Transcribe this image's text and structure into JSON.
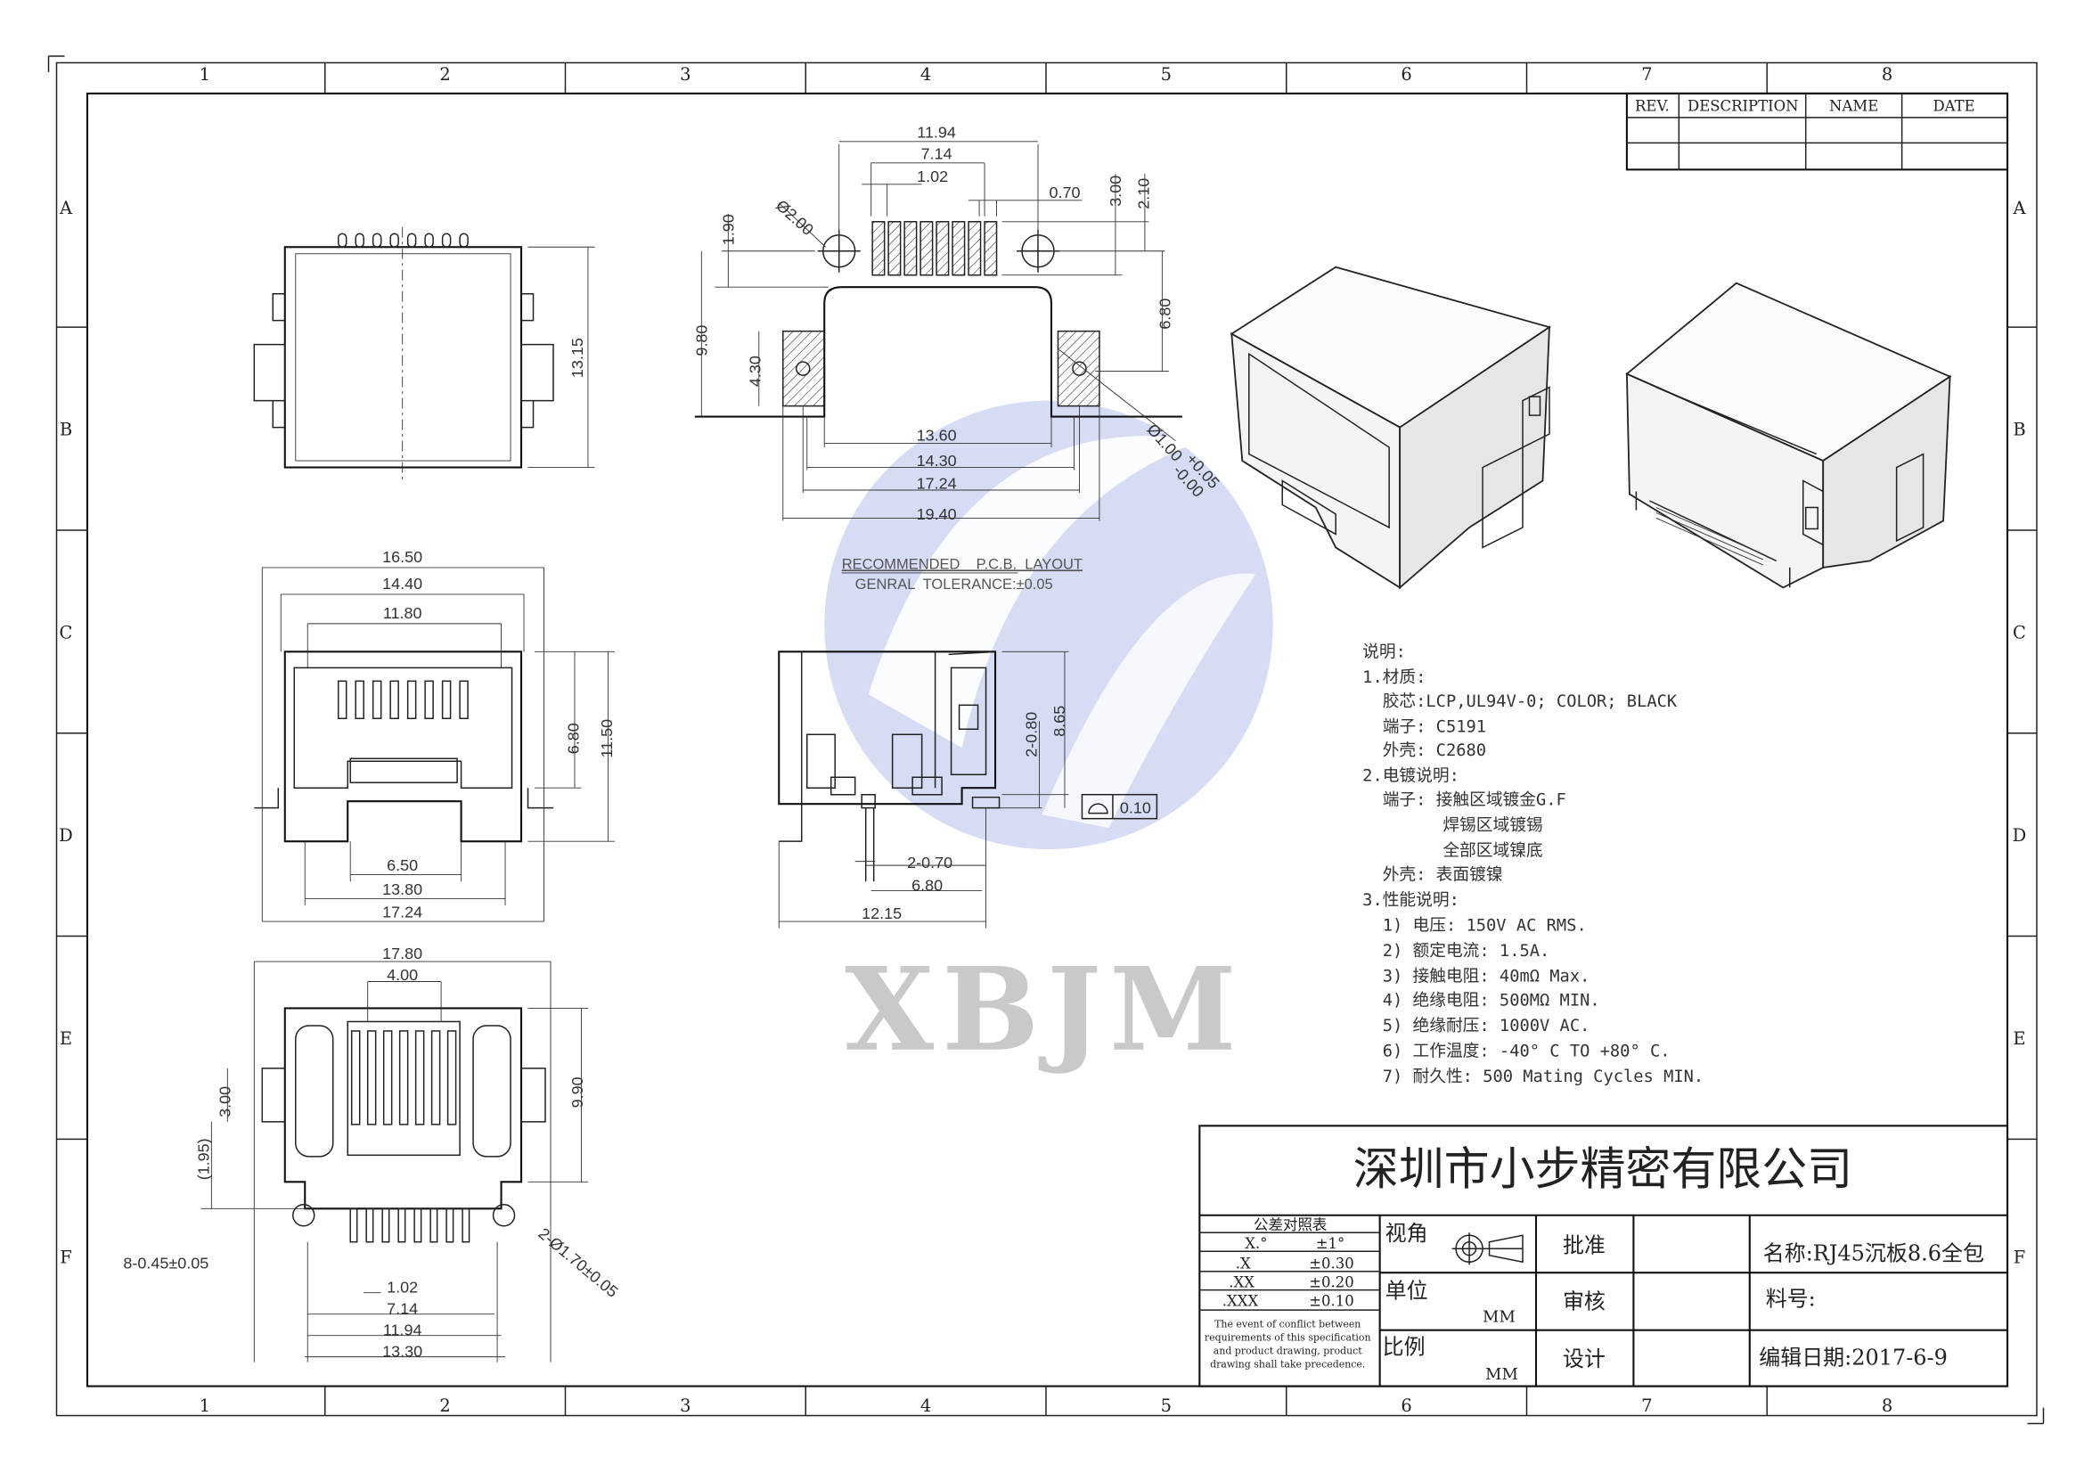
{
  "frame": {
    "columns": [
      "1",
      "2",
      "3",
      "4",
      "5",
      "6",
      "7",
      "8"
    ],
    "rows": [
      "A",
      "B",
      "C",
      "D",
      "E",
      "F"
    ]
  },
  "revision_table": {
    "headers": [
      "REV.",
      "DESCRIPTION",
      "NAME",
      "DATE"
    ]
  },
  "watermark": {
    "text": "XBJM",
    "color": "#c9c9c9",
    "logo_color": "#c7d0f0"
  },
  "top_view": {
    "dims": {
      "height": "13.15"
    }
  },
  "front_view": {
    "dims": {
      "w1": "16.50",
      "w2": "14.40",
      "w3": "11.80",
      "h1": "6.80",
      "h2": "11.50",
      "b1": "6.50",
      "b2": "13.80",
      "b3": "17.24"
    }
  },
  "bottom_view": {
    "dims": {
      "w1": "17.80",
      "w2": "4.00",
      "h1": "9.90",
      "h2": "3.00",
      "h3": "(1.95)",
      "pins": "8-0.45±0.05",
      "holes": "2-Ø1.70±0.05",
      "b1": "1.02",
      "b2": "7.14",
      "b3": "11.94",
      "b4": "13.30"
    }
  },
  "pcb_layout": {
    "dims": {
      "d1": "11.94",
      "d2": "7.14",
      "d3": "1.02",
      "d4": "0.70",
      "d5": "3.00",
      "d6": "2.10",
      "hole_big": "Ø2.00",
      "d7": "1.90",
      "d8": "9.80",
      "d9": "4.30",
      "d10": "6.80",
      "d11": "13.60",
      "d12": "14.30",
      "d13": "17.24",
      "d14": "19.40",
      "hole_small": "Ø1.00",
      "tol_plus": "+0.05",
      "tol_minus": "-0.00"
    },
    "title": "RECOMMENDED    P.C.B.  LAYOUT",
    "tolerance": "GENRAL  TOLERANCE:±0.05"
  },
  "side_view": {
    "dims": {
      "h1": "2-0.80",
      "h2": "8.65",
      "flatness": "0.10",
      "w1": "2-0.70",
      "w2": "6.80",
      "w3": "12.15"
    }
  },
  "notes": {
    "heading": "说明:",
    "lines": [
      "1.材质:",
      "  胶芯:LCP,UL94V-0; COLOR; BLACK",
      "  端子: C5191",
      "  外壳: C2680",
      "2.电镀说明:",
      "  端子: 接触区域镀金G.F",
      "        焊锡区域镀锡",
      "        全部区域镍底",
      "  外壳: 表面镀镍",
      "3.性能说明:",
      "  1) 电压: 150V AC RMS.",
      "  2) 额定电流: 1.5A.",
      "  3) 接触电阻: 40mΩ Max.",
      "  4) 绝缘电阻: 500MΩ MIN.",
      "  5) 绝缘耐压: 1000V AC.",
      "  6) 工作温度: -40° C TO +80° C.",
      "  7) 耐久性: 500 Mating Cycles MIN."
    ]
  },
  "title_block": {
    "company": "深圳市小步精密有限公司",
    "tolerance_table": {
      "title": "公差对照表",
      "rows": [
        [
          "X.°",
          "±1°"
        ],
        [
          ".X",
          "±0.30"
        ],
        [
          ".XX",
          "±0.20"
        ],
        [
          ".XXX",
          "±0.10"
        ]
      ],
      "disclaimer": [
        "The event of conflict between",
        "requirements of this specification",
        "and product drawing, product",
        "drawing shall take precedence."
      ]
    },
    "view_label": "视角",
    "unit_label": "单位",
    "unit_value": "MM",
    "scale_label": "比例",
    "scale_value": "MM",
    "approve_label": "批准",
    "review_label": "审核",
    "design_label": "设计",
    "name": "名称:RJ45沉板8.6全包",
    "part_no": "料号:",
    "date": "编辑日期:2017-6-9"
  }
}
